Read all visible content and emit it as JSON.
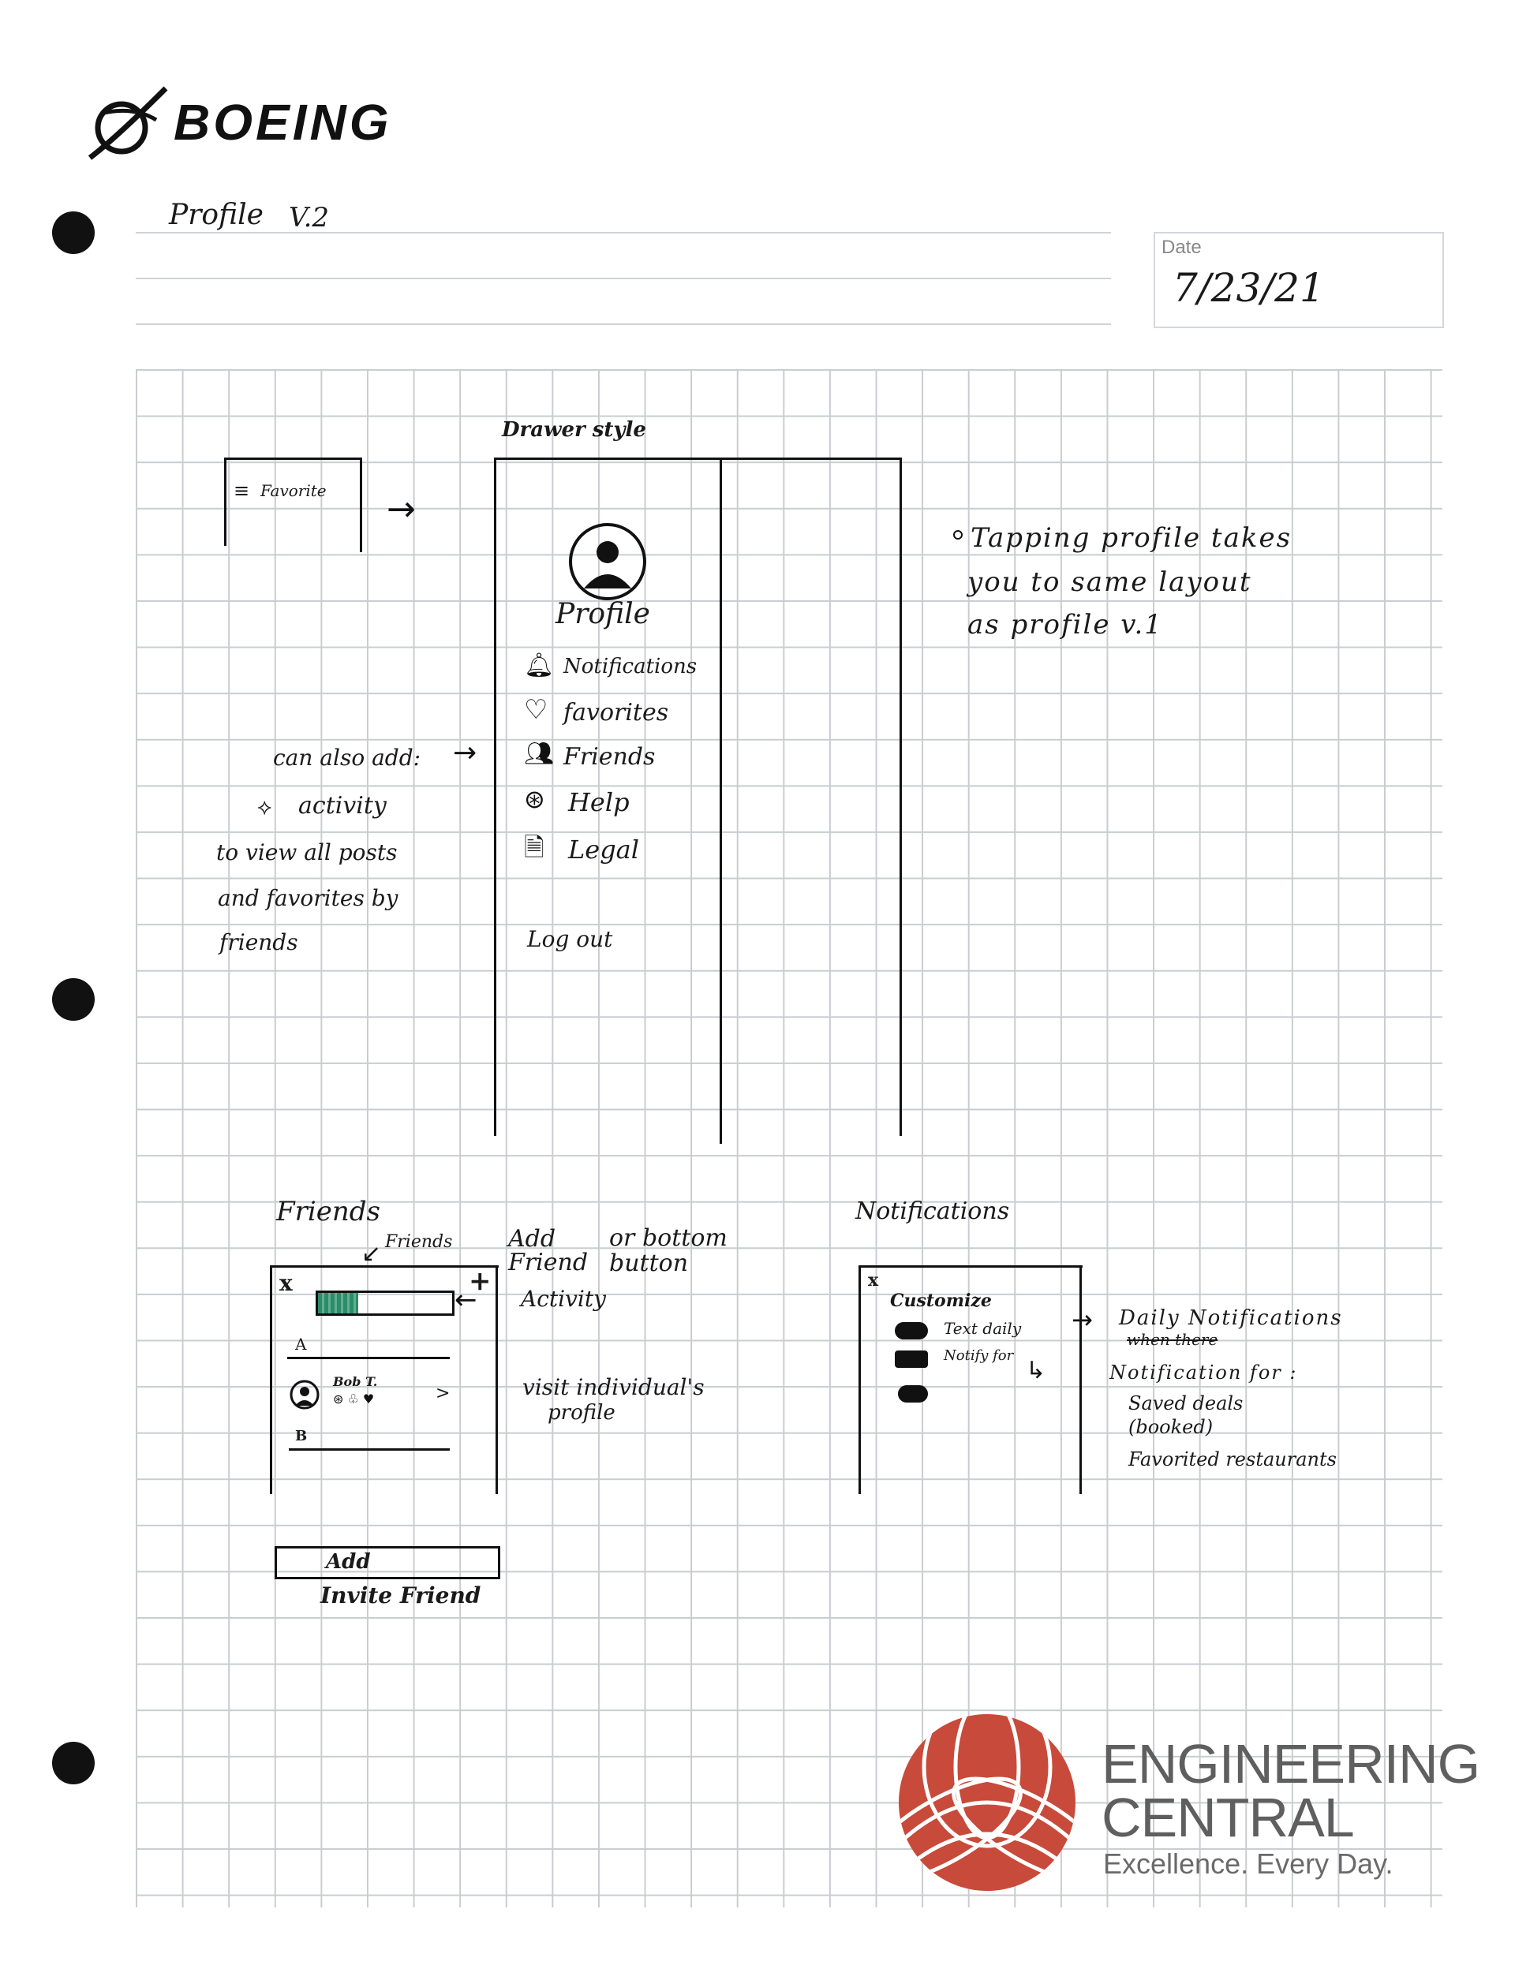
{
  "brand": {
    "name": "BOEING"
  },
  "header": {
    "title": "Profile",
    "version": "V.2",
    "date_label": "Date",
    "date_value": "7/23/21"
  },
  "sketch1": {
    "small_menu_label": "Favorite",
    "drawer_title": "Drawer style",
    "profile_label": "Profile",
    "menu": [
      {
        "label": "Notifications",
        "icon": "bell-icon"
      },
      {
        "label": "favorites",
        "icon": "heart-icon"
      },
      {
        "label": "Friends",
        "icon": "people-icon"
      },
      {
        "label": "Help",
        "icon": "lifebuoy-icon"
      },
      {
        "label": "Legal",
        "icon": "document-icon"
      }
    ],
    "logout_label": "Log out",
    "side_note": [
      "can also add:",
      "activity",
      "to view all posts",
      "and favorites by",
      "friends"
    ],
    "right_note": [
      "Tapping profile takes",
      "you to same layout",
      "as profile v.1"
    ]
  },
  "friends": {
    "title": "Friends",
    "tab_annotation": "Friends",
    "add_annotation": "Add Friend",
    "or_annotation": "or bottom button",
    "activity_annotation": "Activity",
    "section_a": "A",
    "friend_name": "Bob T.",
    "section_b": "B",
    "visit_annotation": [
      "visit individual's",
      "profile"
    ],
    "close_symbol": "x",
    "plus_symbol": "+",
    "chevron_symbol": ">",
    "button_label": "Add",
    "invite_label": "Invite Friend",
    "tab_fill_percent": 30
  },
  "notifications": {
    "title": "Notifications",
    "close_symbol": "x",
    "customize_label": "Customize",
    "toggles": [
      "Text daily",
      "Notify for",
      ""
    ],
    "note_daily": "Daily Notifications",
    "note_strike": "when there",
    "note_for": "Notification for :",
    "bullets": [
      "Saved deals (booked)",
      "Favorited restaurants"
    ]
  },
  "footer": {
    "org_line1": "ENGINEERING",
    "org_line2": "CENTRAL",
    "tagline": "Excellence. Every Day."
  },
  "colors": {
    "ink": "#111111",
    "accent_green": "#2e8b6a",
    "logo_red": "#c84a3a",
    "grid": "#c9cdd1"
  }
}
